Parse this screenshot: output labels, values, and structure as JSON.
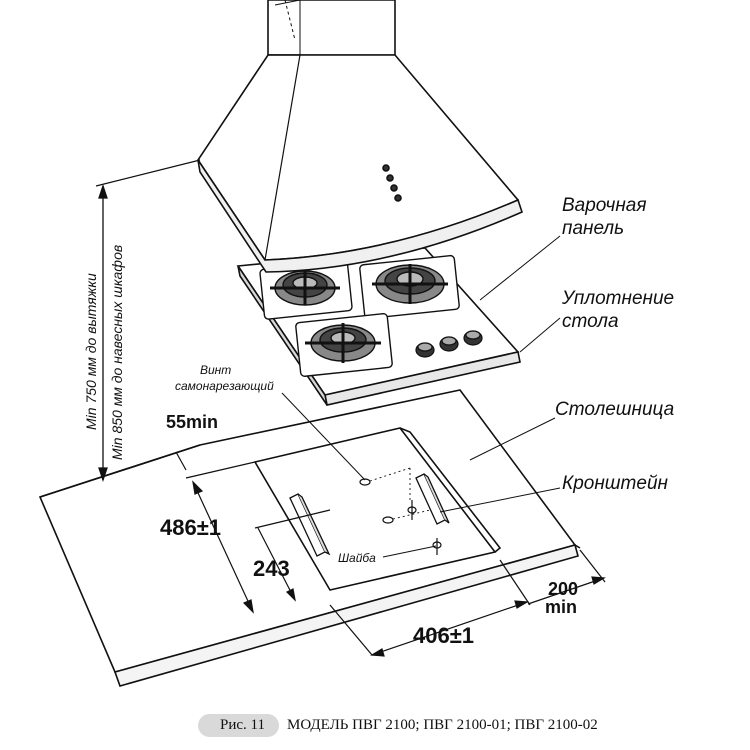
{
  "labels": {
    "cooktop": "Варочная панель",
    "cooktop_line1": "Варочная",
    "cooktop_line2": "панель",
    "seal_line1": "Уплотнение",
    "seal_line2": "стола",
    "countertop": "Столешница",
    "bracket": "Кронштейн",
    "screw_line1": "Винт",
    "screw_line2": "самонарезающий",
    "washer": "Шайба",
    "vert_line1": "Min 750 мм до вытяжки",
    "vert_line2": "Min 850 мм до навесных шкафов"
  },
  "dimensions": {
    "d55": "55min",
    "d486": "486±1",
    "d243": "243",
    "d406": "406±1",
    "d200": "200",
    "d200_unit": "min"
  },
  "caption": {
    "fig": "Рис. 11",
    "models": "МОДЕЛЬ ПВГ 2100; ПВГ 2100-01; ПВГ 2100-02"
  }
}
